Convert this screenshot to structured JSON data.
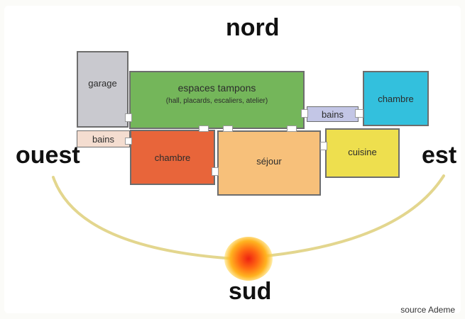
{
  "orientation": {
    "north": "nord",
    "west": "ouest",
    "east": "est",
    "south": "sud"
  },
  "rooms": {
    "garage": "garage",
    "buffer_title": "espaces tampons",
    "buffer_detail": "(hall, placards, escaliers, atelier)",
    "bathroom_west": "bains",
    "bedroom_west": "chambre",
    "living": "séjour",
    "bathroom_east": "bains",
    "bedroom_east": "chambre",
    "kitchen": "cuisine"
  },
  "colors": {
    "garage": "#c9c9cf",
    "buffer": "#74b65a",
    "bedroom_west": "#e8653a",
    "living": "#f7c07a",
    "bathroom_east": "#c3c6e6",
    "bedroom_east": "#33c0dd",
    "kitchen": "#eedf4e",
    "sun_path": "#e3d68e"
  },
  "source": "source Ademe"
}
